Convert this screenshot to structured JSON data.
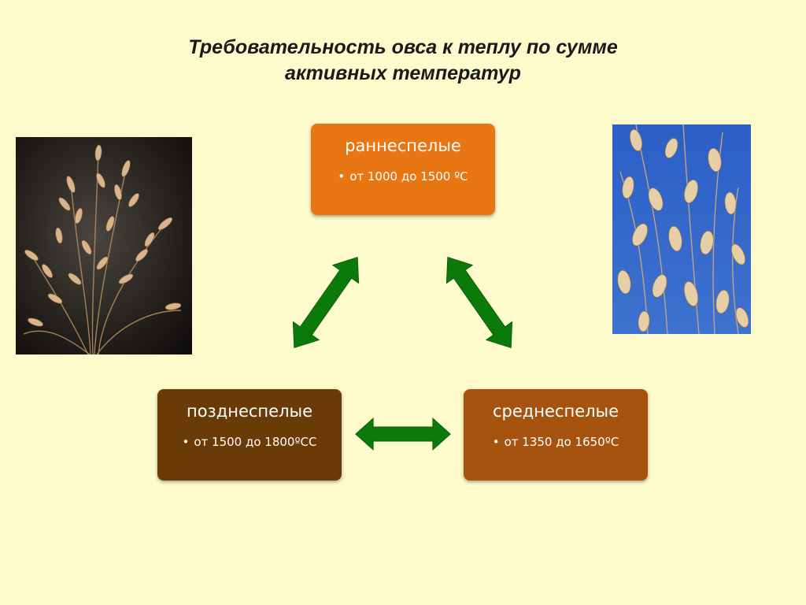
{
  "slide": {
    "title_line1": "Требовательность овса к теплу по сумме",
    "title_line2": "активных температур"
  },
  "groups": {
    "early": {
      "name": "раннеспелые",
      "range": "от 1000 до 1500 ºС",
      "color": "#e87613"
    },
    "late": {
      "name": "позднеспелые",
      "range": "от 1500 до 1800ºСС",
      "color": "#6b3b07"
    },
    "mid": {
      "name": "среднеспелые",
      "range": "от 1350 до 1650ºС",
      "color": "#a6530f"
    }
  },
  "bullet": "•",
  "colors": {
    "background": "#fdfbcb",
    "arrow": "#0b7a0b",
    "arrow_outline": "#0a5e0a",
    "sky": "#2f63c4"
  },
  "images": {
    "left": "dried-oat-panicle-photo",
    "right": "oat-panicle-sky-photo"
  }
}
